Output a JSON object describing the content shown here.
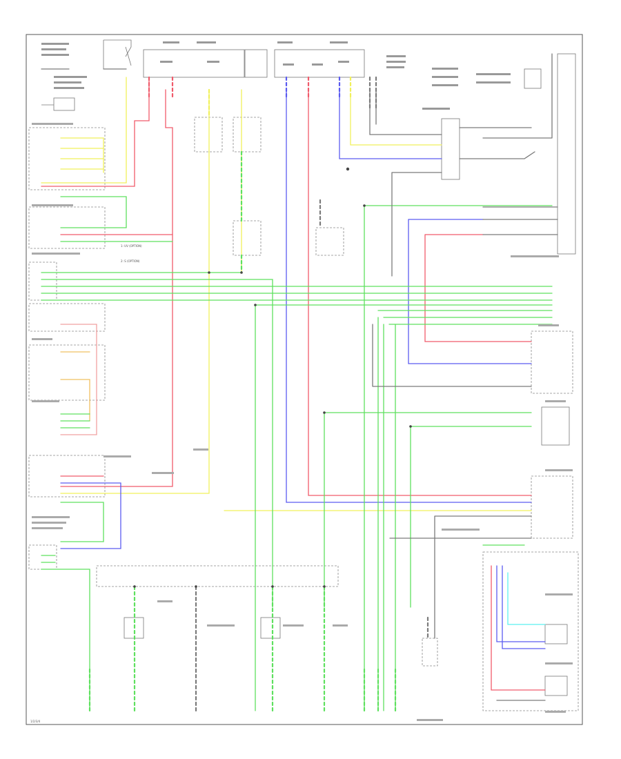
{
  "footer_code": "1/2/3/4",
  "colors": {
    "red": "#f05a6a",
    "green": "#5ee05e",
    "blue": "#5a5af0",
    "yellow": "#f0f05a",
    "gray": "#7a7a7a",
    "cyan": "#5af0f0"
  },
  "legend": {
    "line1": "1: UV (OPTION)",
    "line2": "2: S (OPTION)"
  }
}
